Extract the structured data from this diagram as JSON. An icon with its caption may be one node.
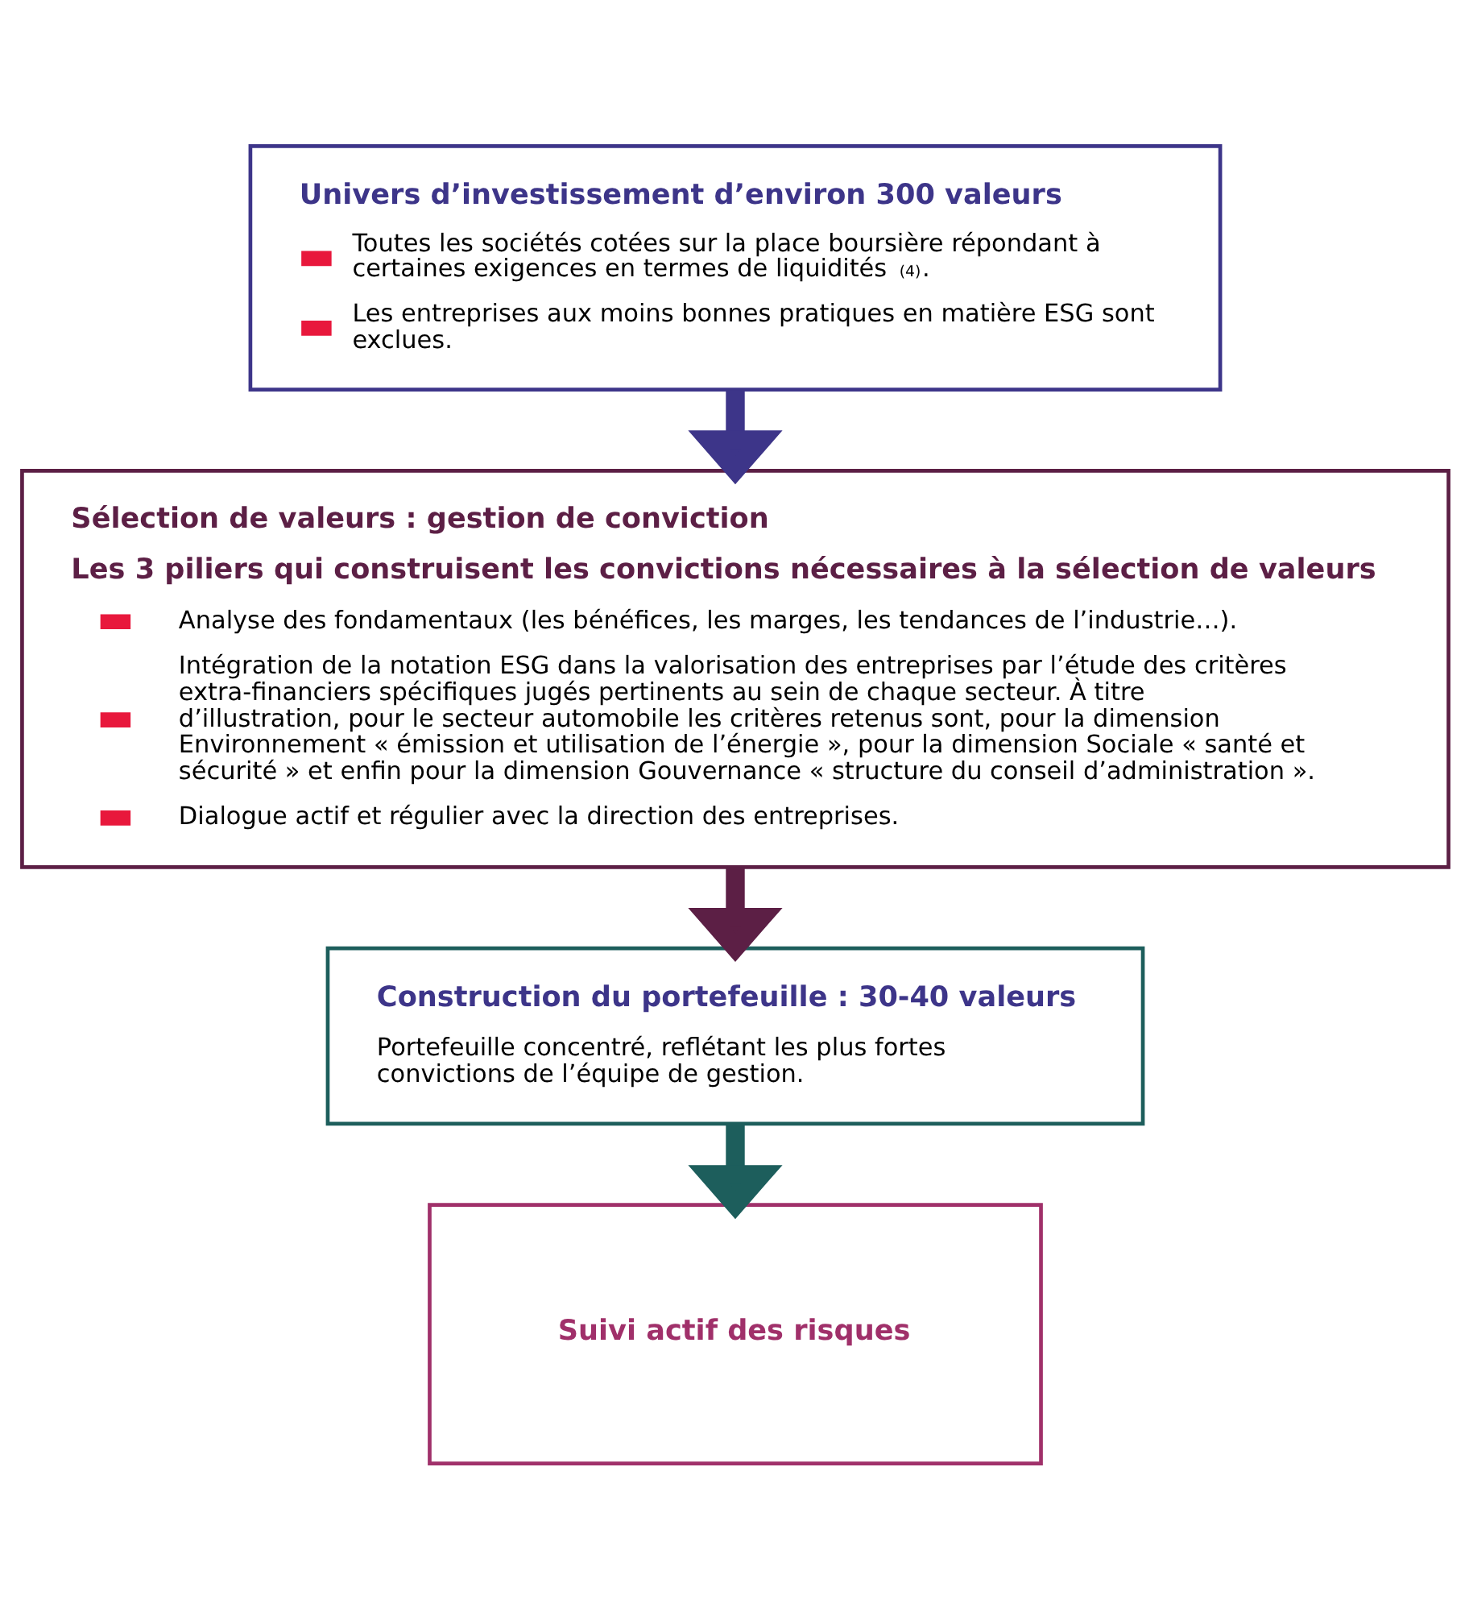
{
  "diagram": {
    "nodes": [
      {
        "text": [
          "Univers d’investissement d’environ 300 valeurs",
          "Toutes les sociétés cotées sur la place boursière répondant à certaines exigences en termes de liquidités$^{(4)}$.",
          "Les entreprises aux moins bonnes pratiques en matière ESG sont exclues."
        ]
      },
      {
        "text": [
          "Sélection de valeurs : gestion de conviction",
          "Les 3 piliers qui construisent les convictions nécessaires à la sélection de valeurs",
          "Analyse des fondamentaux (les bénéfices, les marges, les tendances de l’industrie…).",
          "Intégration de la notation ESG dans la valorisation des entreprises par l’étude des critères extra-financiers spécifiques jugés pertinents au sein de chaque secteur. À titre d’illustration, pour le secteur automobile les critères retenus sont, pour la dimension Environnement « émission et utilisation de l’énergie », pour la dimension Sociale « santé et sécurité » et enfin pour la dimension Gouvernance « structure du conseil d’administration ».",
          "Dialogue actif et régulier avec la direction des entreprises."
        ]
      },
      {
        "text": [
          "Construction du portefeuille : 30-40 valeurs",
          "Portefeuille concentré, reflétant les plus fortes convictions de l’équipe de gestion."
        ]
      },
      {
        "text": [
          "Suivi actif des risques"
        ]
      }
    ],
    "edges": [
      {
        "from": 0,
        "to": 1,
        "arrow": "to",
        "color": "#3d3589"
      },
      {
        "from": 1,
        "to": 2,
        "arrow": "to",
        "color": "#5c1f45"
      },
      {
        "from": 2,
        "to": 3,
        "arrow": "to",
        "color": "#1d5e5c"
      }
    ]
  }
}
